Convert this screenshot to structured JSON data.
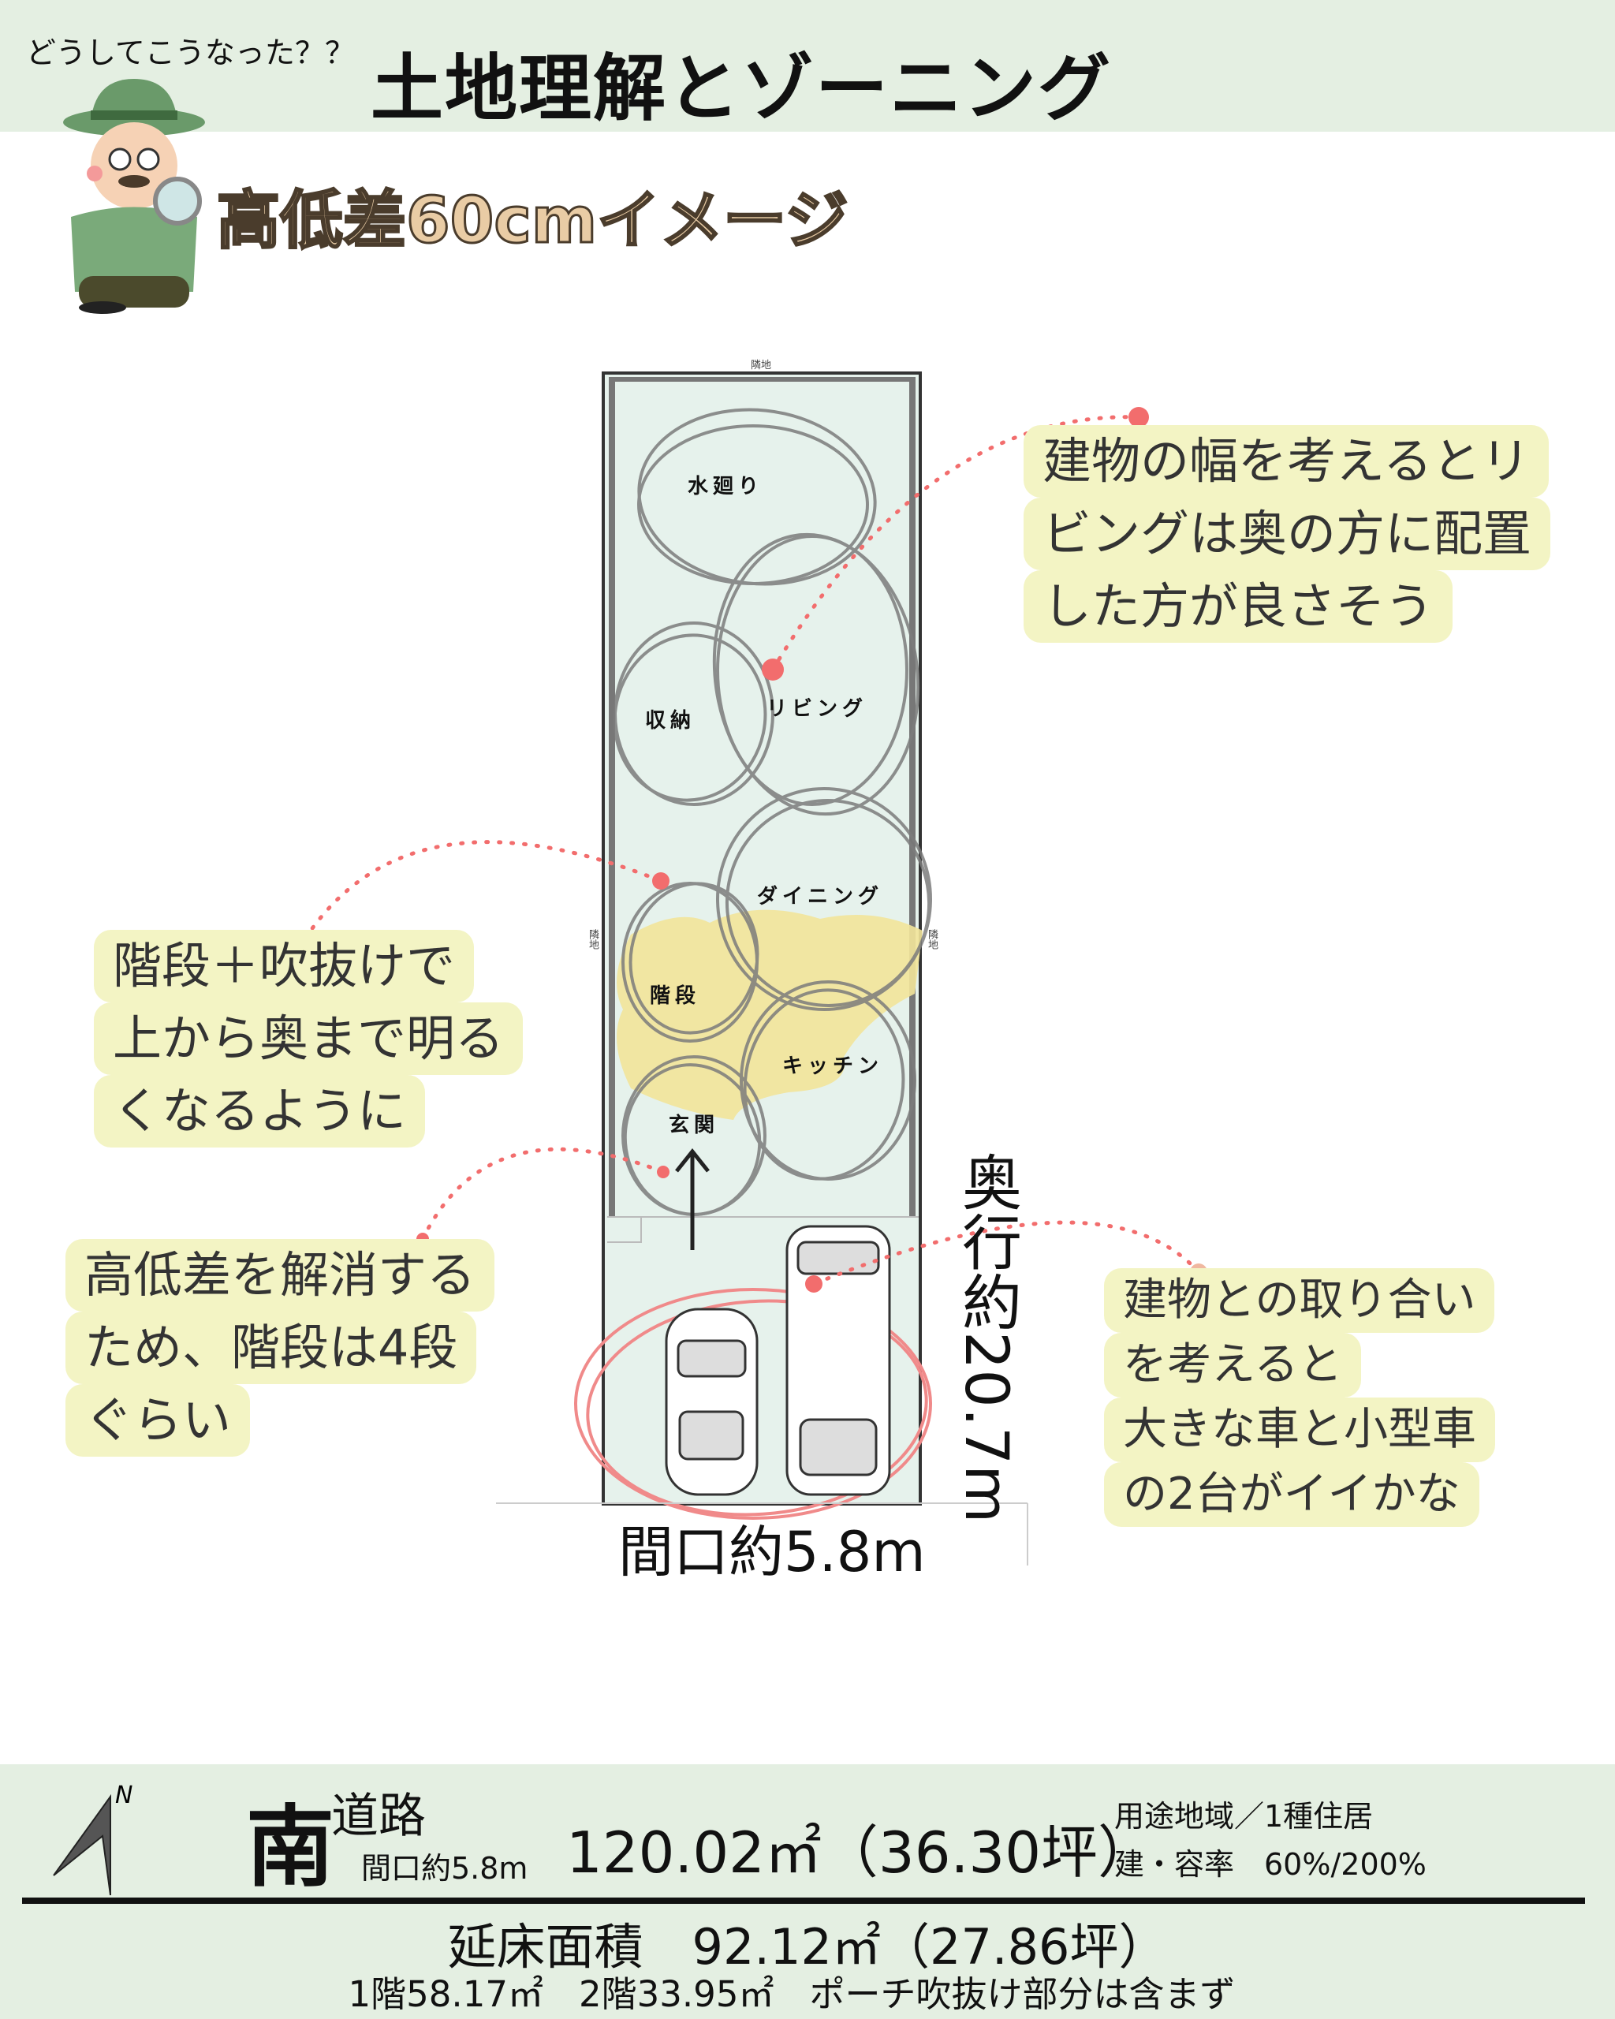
{
  "header": {
    "kicker": "どうしてこうなった？？",
    "title": "土地理解とゾーニング"
  },
  "subtitle": "高低差60cmイメージ",
  "plan": {
    "neighbor_top": "隣地",
    "neighbor_left": "隣地",
    "neighbor_right": "隣地",
    "rooms": {
      "water": "水廻り",
      "living": "リビング",
      "storage": "収納",
      "dining": "ダイニング",
      "stairs": "階段",
      "kitchen": "キッチン",
      "entrance": "玄関"
    },
    "depth_label": "奥行約20.7m",
    "frontage_label": "間口約5.8m"
  },
  "callouts": {
    "living": [
      "建物の幅を考えるとリ",
      "ビングは奥の方に配置",
      "した方が良さそう"
    ],
    "stairs": [
      "階段＋吹抜けで",
      "上から奥まで明る",
      "くなるように"
    ],
    "level": [
      "高低差を解消する",
      "ため、階段は4段",
      "ぐらい"
    ],
    "parking": [
      "建物との取り合い",
      "を考えると",
      "大きな車と小型車",
      "の2台がイイかな"
    ]
  },
  "footer": {
    "compass_label": "N",
    "south": "南",
    "road": "道路",
    "frontage": "間口約5.8m",
    "site_area": "120.02㎡（36.30坪）",
    "zoning": "用途地域／1種住居",
    "coverage": "建・容率　60%/200%",
    "floor_area": "延床面積　92.12㎡（27.86坪）",
    "floor_detail": "1階58.17㎡　2階33.95㎡　ポーチ吹抜け部分は含まず"
  },
  "colors": {
    "band": "#e4efe2",
    "accent_dot": "#f26d6d",
    "bubble": "#f3f4c4",
    "stair_highlight": "#f2e49a"
  }
}
